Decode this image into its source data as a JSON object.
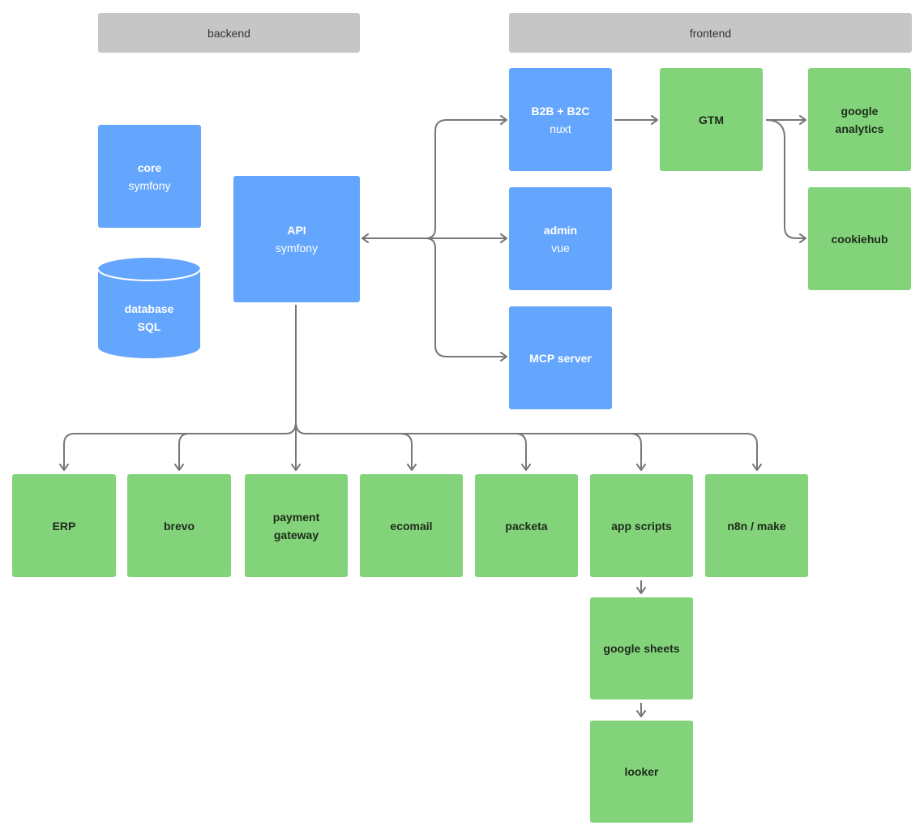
{
  "headers": {
    "backend": "backend",
    "frontend": "frontend"
  },
  "colors": {
    "blue_node": "#64a6fd",
    "green_node": "#83d37b",
    "header": "#c6c6c6",
    "arrow": "#777777"
  },
  "nodes": {
    "core": {
      "line1": "core",
      "line2": "symfony"
    },
    "database": {
      "line1": "database",
      "line2": "SQL"
    },
    "api": {
      "line1": "API",
      "line2": "symfony"
    },
    "b2b_b2c": {
      "line1": "B2B + B2C",
      "line2": "nuxt"
    },
    "admin": {
      "line1": "admin",
      "line2": "vue"
    },
    "mcp_server": {
      "line1": "MCP server",
      "line2": ""
    },
    "gtm": {
      "line1": "GTM",
      "line2": ""
    },
    "google_analytics": {
      "line1": "google",
      "line2": "analytics"
    },
    "cookiehub": {
      "line1": "cookiehub",
      "line2": ""
    },
    "erp": {
      "line1": "ERP",
      "line2": ""
    },
    "brevo": {
      "line1": "brevo",
      "line2": ""
    },
    "payment_gateway": {
      "line1": "payment",
      "line2": "gateway"
    },
    "ecomail": {
      "line1": "ecomail",
      "line2": ""
    },
    "packeta": {
      "line1": "packeta",
      "line2": ""
    },
    "app_scripts": {
      "line1": "app scripts",
      "line2": ""
    },
    "n8n_make": {
      "line1": "n8n / make",
      "line2": ""
    },
    "google_sheets": {
      "line1": "google sheets",
      "line2": ""
    },
    "looker": {
      "line1": "looker",
      "line2": ""
    }
  }
}
